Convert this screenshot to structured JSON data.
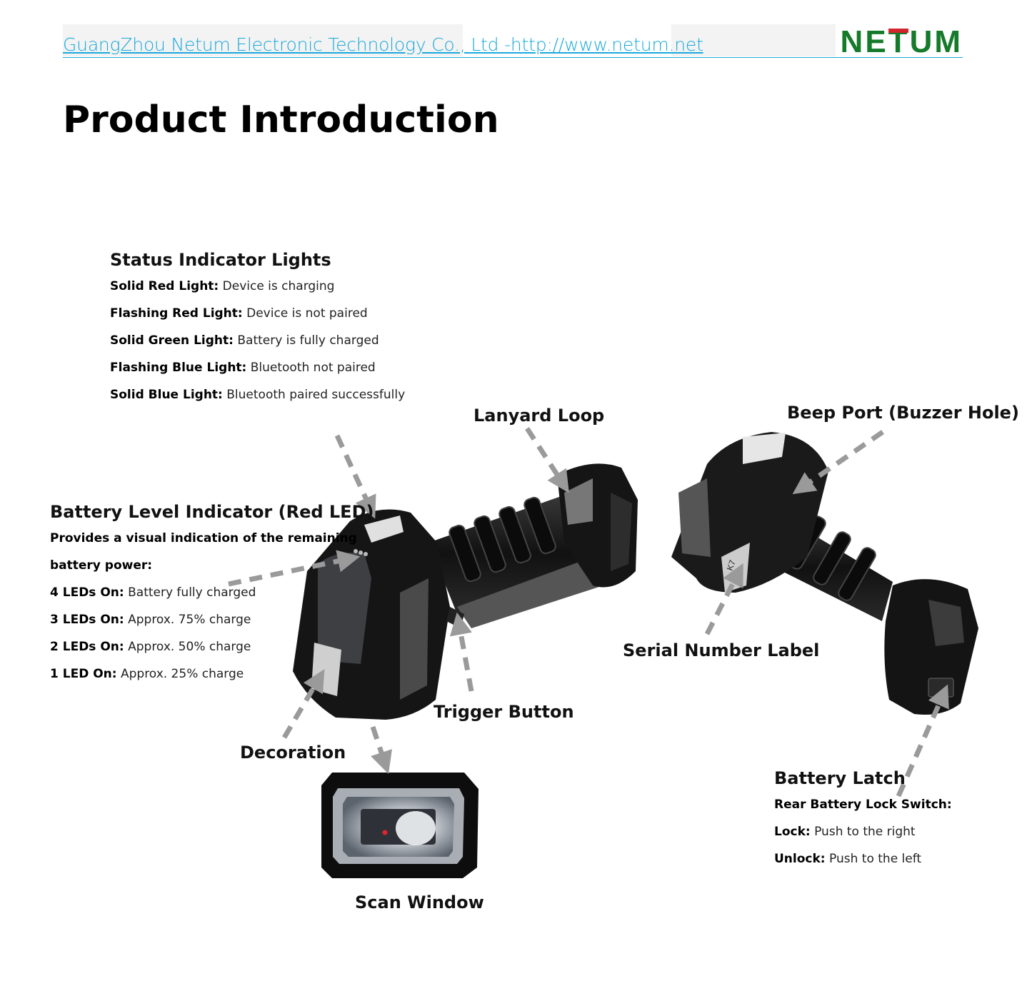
{
  "header": {
    "company_link": "GuangZhou Netum Electronic Technology Co., Ltd -http://www.netum.net",
    "logo_pre": "NE",
    "logo_t": "T",
    "logo_post": "UM"
  },
  "page_title": "Product Introduction",
  "status_lights": {
    "heading": "Status Indicator Lights",
    "items": [
      {
        "label": "Solid Red Light:",
        "text": "Device is charging"
      },
      {
        "label": "Flashing Red Light:",
        "text": "Device is not paired"
      },
      {
        "label": "Solid Green Light:",
        "text": "Battery is fully charged"
      },
      {
        "label": "Flashing Blue Light:",
        "text": "Bluetooth not paired"
      },
      {
        "label": "Solid Blue Light:",
        "text": "Bluetooth paired successfully"
      }
    ]
  },
  "battery_level": {
    "heading": "Battery Level Indicator (Red LED)",
    "intro_1": "Provides a visual indication of the remaining",
    "intro_2": "battery power:",
    "items": [
      {
        "label": "4 LEDs On:",
        "text": "Battery fully charged"
      },
      {
        "label": "3 LEDs On:",
        "text": "Approx. 75% charge"
      },
      {
        "label": "2 LEDs On:",
        "text": "Approx. 50% charge"
      },
      {
        "label": "1 LED On:",
        "text": "Approx. 25% charge"
      }
    ]
  },
  "callouts": {
    "lanyard_loop": "Lanyard Loop",
    "beep_port": "Beep Port (Buzzer Hole)",
    "serial_number": "Serial Number Label",
    "trigger_button": "Trigger Button",
    "decoration": "Decoration",
    "scan_window": "Scan Window"
  },
  "battery_latch": {
    "heading": "Battery Latch",
    "subheading": "Rear Battery Lock Switch:",
    "items": [
      {
        "label": "Lock:",
        "text": "Push to the right"
      },
      {
        "label": "Unlock:",
        "text": "Push to the left"
      }
    ]
  },
  "colors": {
    "link": "#19a9dc",
    "logo_green": "#157a2a",
    "logo_red": "#d3252d",
    "arrow_gray": "#9a9a9a"
  }
}
